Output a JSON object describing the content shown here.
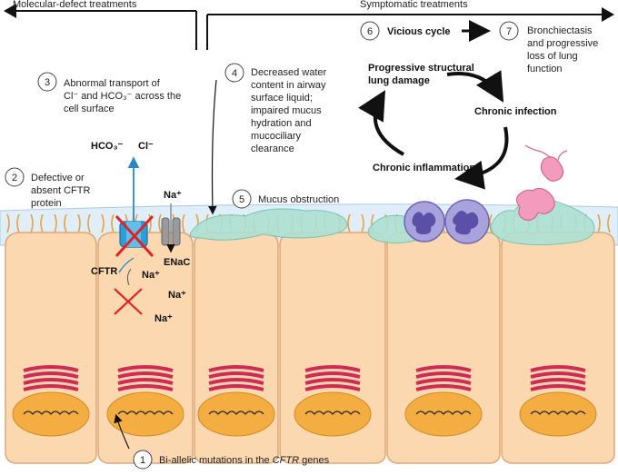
{
  "headers": {
    "left": "Molecular-defect treatments",
    "right": "Symptomatic treatments"
  },
  "steps": [
    {
      "number": "1",
      "lines": [
        "Bi-allelic mutations in the ",
        "CFTR",
        " genes"
      ]
    },
    {
      "number": "2",
      "lines": [
        "Defective or",
        "absent CFTR",
        "protein"
      ]
    },
    {
      "number": "3",
      "lines": [
        "Abnormal transport of",
        "Cl⁻ and HCO₃⁻ across the",
        "cell surface"
      ]
    },
    {
      "number": "4",
      "lines": [
        "Decreased water",
        "content in airway",
        "surface liquid;",
        "impaired mucus",
        "hydration and",
        "mucociliary",
        "clearance"
      ]
    },
    {
      "number": "5",
      "lines": [
        "Mucus obstruction"
      ]
    },
    {
      "number": "6",
      "lines": [
        "Vicious cycle"
      ]
    },
    {
      "number": "7",
      "lines": [
        "Bronchiectasis",
        "and progressive",
        "loss of lung",
        "function"
      ]
    }
  ],
  "cycle": {
    "damage_line1": "Progressive structural",
    "damage_line2": "lung damage",
    "infection": "Chronic infection",
    "inflammation": "Chronic inflammation"
  },
  "ions": {
    "hco3": "HCO₃⁻",
    "cl": "Cl⁻",
    "na_enac": "Na⁺",
    "na_cftr": "Na⁺",
    "na_1": "Na⁺",
    "na_2": "Na⁺",
    "cftr": "CFTR",
    "enac": "ENaC"
  },
  "colors": {
    "cell_fill": "#fbd8b0",
    "cell_stroke": "#e0a775",
    "asl_fill": "#dfeef8",
    "cilia": "#e9a23b",
    "nucleus": "#f3ad41",
    "golgi": "#cf2c55",
    "mucus": "#aee0d3",
    "neutrophil": "#a9a3dd",
    "bacteria": "#f29bbd",
    "cftr_blue": "#29a0dc",
    "cross_red": "#e02323",
    "ion_arrow": "#2a86c7"
  }
}
